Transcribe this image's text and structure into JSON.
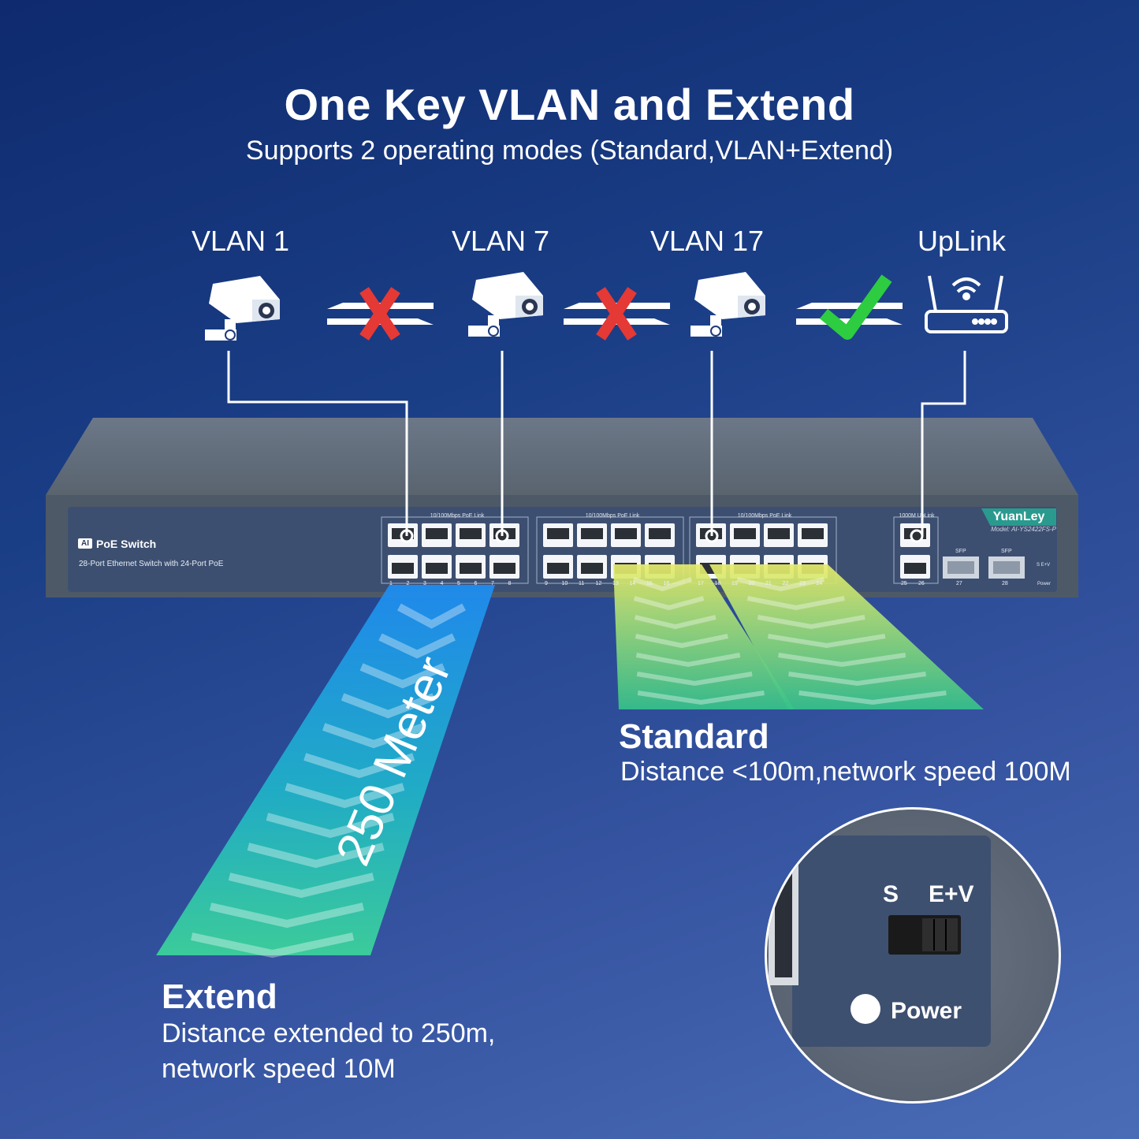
{
  "header": {
    "title": "One Key VLAN and Extend",
    "subtitle": "Supports 2 operating modes (Standard,VLAN+Extend)"
  },
  "devices": [
    {
      "label": "VLAN 1",
      "icon": "camera-icon"
    },
    {
      "label": "VLAN 7",
      "icon": "camera-icon"
    },
    {
      "label": "VLAN 17",
      "icon": "camera-icon"
    },
    {
      "label": "UpLink",
      "icon": "router-icon"
    }
  ],
  "links": [
    {
      "status": "blocked",
      "icon": "red-x-icon"
    },
    {
      "status": "blocked",
      "icon": "red-x-icon"
    },
    {
      "status": "allowed",
      "icon": "green-check-icon"
    }
  ],
  "switch": {
    "badge": "AI",
    "name": "PoE Switch",
    "description": "28-Port Ethernet Switch with 24-Port PoE",
    "brand": "YuanLey",
    "model": "Model: AI-YS2422FS-P",
    "port_group_label": "10/100Mbps PoE Link",
    "uplink_group_label": "1000M UpLink",
    "sfp_label": "SFP",
    "port_numbers": [
      "1",
      "2",
      "3",
      "4",
      "5",
      "6",
      "7",
      "8",
      "9",
      "10",
      "11",
      "12",
      "13",
      "14",
      "15",
      "16",
      "17",
      "18",
      "19",
      "20",
      "21",
      "22",
      "23",
      "24"
    ],
    "uplink_numbers": [
      "25",
      "26"
    ],
    "sfp_numbers": [
      "27",
      "28"
    ],
    "switch_mark": "S E+V",
    "power_label": "Power"
  },
  "extend_beam_text": "250 Meter",
  "modes": {
    "standard": {
      "heading": "Standard",
      "desc": "Distance <100m,network speed 100M"
    },
    "extend": {
      "heading": "Extend",
      "desc_line1": "Distance extended to 250m,",
      "desc_line2": "network speed 10M"
    }
  },
  "zoom": {
    "s_label": "S",
    "ev_label": "E+V",
    "power_label": "Power"
  },
  "colors": {
    "blocked": "#e53935",
    "allowed": "#2ecc40",
    "switch_body": "#5a6576",
    "switch_panel": "#3e506e"
  }
}
